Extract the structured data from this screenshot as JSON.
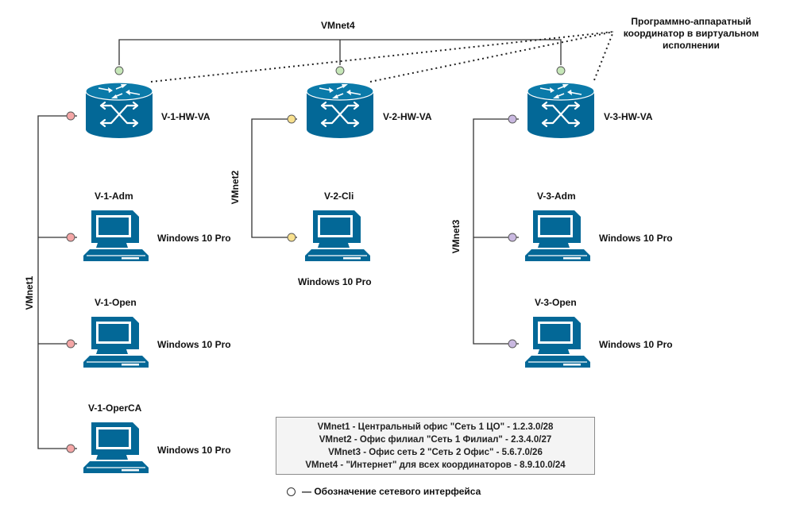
{
  "networks": {
    "vmnet1": "VMnet1",
    "vmnet2": "VMnet2",
    "vmnet3": "VMnet3",
    "vmnet4": "VMnet4"
  },
  "coordinator_label": [
    "Программно-аппаратный",
    "координатор в виртуальном",
    "исполнении"
  ],
  "routers": [
    {
      "name": "V-1-HW-VA",
      "network": "VMnet1",
      "color": "#f4a6a6"
    },
    {
      "name": "V-2-HW-VA",
      "network": "VMnet2",
      "color": "#f8e08e"
    },
    {
      "name": "V-3-HW-VA",
      "network": "VMnet3",
      "color": "#c9b8e0"
    }
  ],
  "computers": [
    {
      "name": "V-1-Adm",
      "os": "Windows 10 Pro"
    },
    {
      "name": "V-1-Open",
      "os": "Windows 10 Pro"
    },
    {
      "name": "V-1-OperCA",
      "os": "Windows 10 Pro"
    },
    {
      "name": "V-2-Cli",
      "os": "Windows 10 Pro"
    },
    {
      "name": "V-3-Adm",
      "os": "Windows 10 Pro"
    },
    {
      "name": "V-3-Open",
      "os": "Windows 10 Pro"
    }
  ],
  "legend": [
    "VMnet1 - Центральный офис \"Сеть 1 ЦО\" - 1.2.3.0/28",
    "VMnet2 - Офис филиал \"Сеть 1 Филиал\" - 2.3.4.0/27",
    "VMnet3 - Офис сеть 2 \"Сеть 2 Офис\" - 5.6.7.0/26",
    "VMnet4 - \"Интернет\" для всех координаторов - 8.9.10.0/24"
  ],
  "interface_legend": "— Обозначение сетевого интерфейса",
  "colors": {
    "device": "#036897",
    "vmnet4_interface": "#c6e7b8",
    "line": "#333333"
  }
}
